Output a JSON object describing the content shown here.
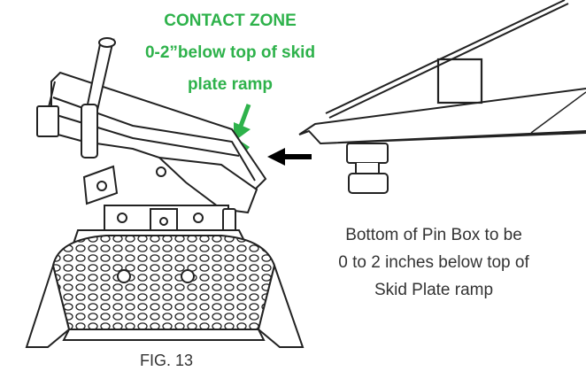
{
  "callout": {
    "line1": "CONTACT ZONE",
    "line2": "0-2”below top of skid",
    "line3": "plate ramp"
  },
  "note": {
    "line1": "Bottom of Pin Box to be",
    "line2": "0 to 2 inches below top of",
    "line3": "Skid Plate ramp"
  },
  "figure_label": "FIG. 13",
  "colors": {
    "accent": "#2eb24b",
    "line": "#222222",
    "text": "#333333"
  }
}
